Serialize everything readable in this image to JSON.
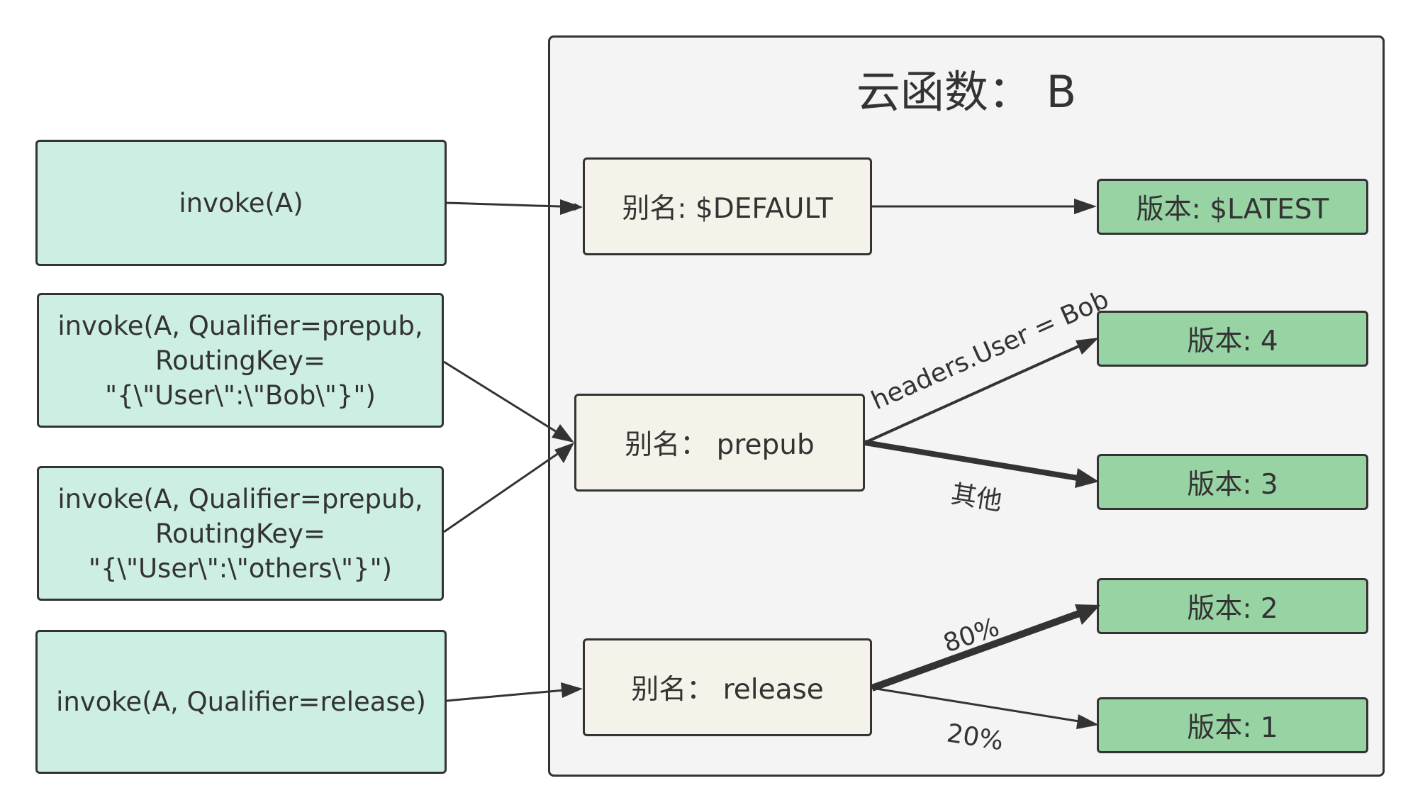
{
  "function_title": "云函数： B",
  "invokes": [
    {
      "lines": [
        "invoke(A)"
      ]
    },
    {
      "lines": [
        "invoke(A, Qualifier=prepub,",
        "RoutingKey=",
        "\"{\\\"User\\\":\\\"Bob\\\"}\")"
      ]
    },
    {
      "lines": [
        "invoke(A, Qualifier=prepub,",
        "RoutingKey=",
        "\"{\\\"User\\\":\\\"others\\\"}\")"
      ]
    },
    {
      "lines": [
        "invoke(A, Qualifier=release)"
      ]
    }
  ],
  "aliases": {
    "default": "别名: $DEFAULT",
    "prepub": "别名： prepub",
    "release": "别名： release"
  },
  "versions": {
    "latest": "版本: $LATEST",
    "v4": "版本: 4",
    "v3": "版本: 3",
    "v2": "版本: 2",
    "v1": "版本: 1"
  },
  "edge_labels": {
    "prepub_to_v4": "headers.User = Bob",
    "prepub_to_v3": "其他",
    "release_to_v2": "80%",
    "release_to_v1": "20%"
  },
  "colors": {
    "invoke_fill": "#cdeee3",
    "alias_fill": "#f5f2ea",
    "version_fill": "#98d3a4",
    "container_fill": "#f4f4f4",
    "stroke": "#333333"
  }
}
